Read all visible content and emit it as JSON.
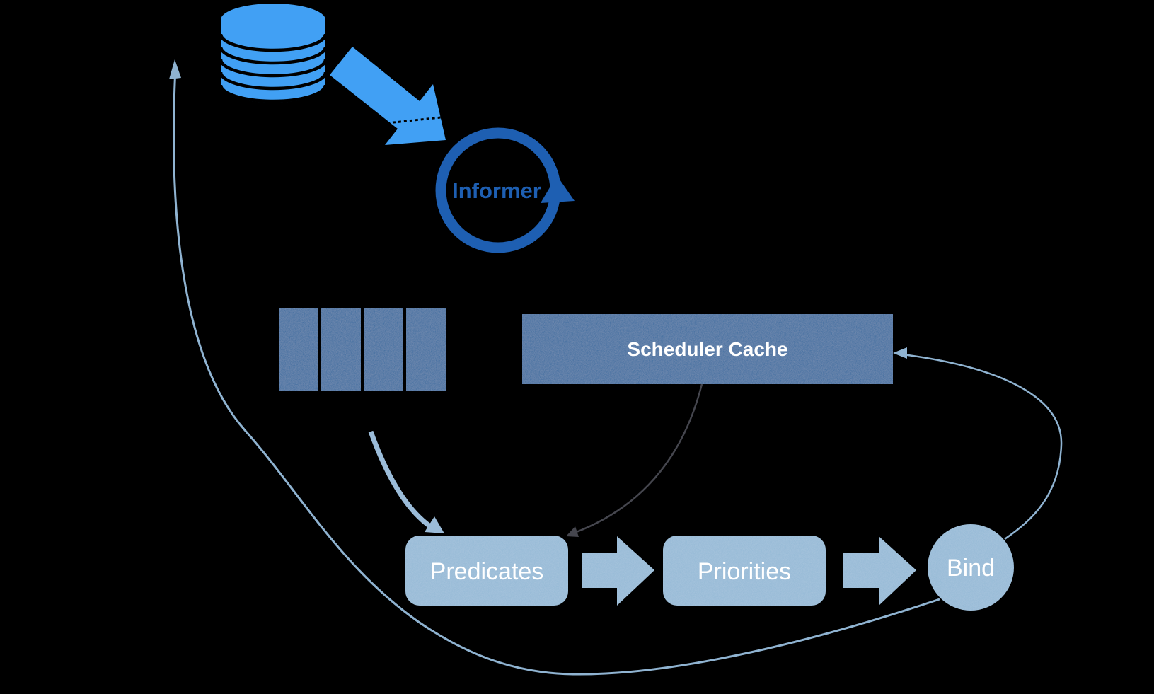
{
  "diagram": {
    "background_color": "#000000",
    "colors": {
      "bright_blue": "#41A0F4",
      "dark_blue": "#1E5FB2",
      "box_blue": "#34699E",
      "light_blue": "#92B8D6",
      "pale_line_blue": "#8FB3D1",
      "dark_gray": "#45464E",
      "white": "#FFFFFF",
      "black": "#000000"
    },
    "nodes": {
      "datastore": {
        "icon": "database-cylinder-icon",
        "disc_count": 6,
        "color": "#41A0F4"
      },
      "informer": {
        "label": "Informer",
        "icon": "circular-loop-arrow-icon",
        "color": "#1E5FB2"
      },
      "pod_queue": {
        "icon": "queue-segments-icon",
        "segment_count": 4,
        "color": "#34699E"
      },
      "scheduler_cache": {
        "label": "Scheduler Cache",
        "color": "#34699E",
        "text_color": "#FFFFFF"
      },
      "predicates": {
        "label": "Predicates",
        "color": "#92B8D6",
        "text_color": "#FFFFFF"
      },
      "priorities": {
        "label": "Priorities",
        "color": "#92B8D6",
        "text_color": "#FFFFFF"
      },
      "bind": {
        "label": "Bind",
        "color": "#92B8D6",
        "text_color": "#FFFFFF"
      }
    },
    "edges": [
      {
        "name": "datastore-to-informer",
        "style": "thick-block-arrow",
        "color": "#41A0F4"
      },
      {
        "name": "dotted-crossing-line",
        "style": "dotted",
        "color": "#000000"
      },
      {
        "name": "queue-to-predicates",
        "style": "curved-arrow",
        "color": "#9BBCD9"
      },
      {
        "name": "scheduler-cache-to-predicates",
        "style": "curved-arrow",
        "color": "#45464E"
      },
      {
        "name": "predicates-to-priorities",
        "style": "block-arrow",
        "color": "#92B8D6"
      },
      {
        "name": "priorities-to-bind",
        "style": "block-arrow",
        "color": "#92B8D6"
      },
      {
        "name": "bind-to-scheduler-cache",
        "style": "curved-arrow",
        "color": "#8FB3D1"
      },
      {
        "name": "bind-loop-to-top-left",
        "style": "long-curved-arrow",
        "color": "#8FB3D1"
      }
    ]
  }
}
